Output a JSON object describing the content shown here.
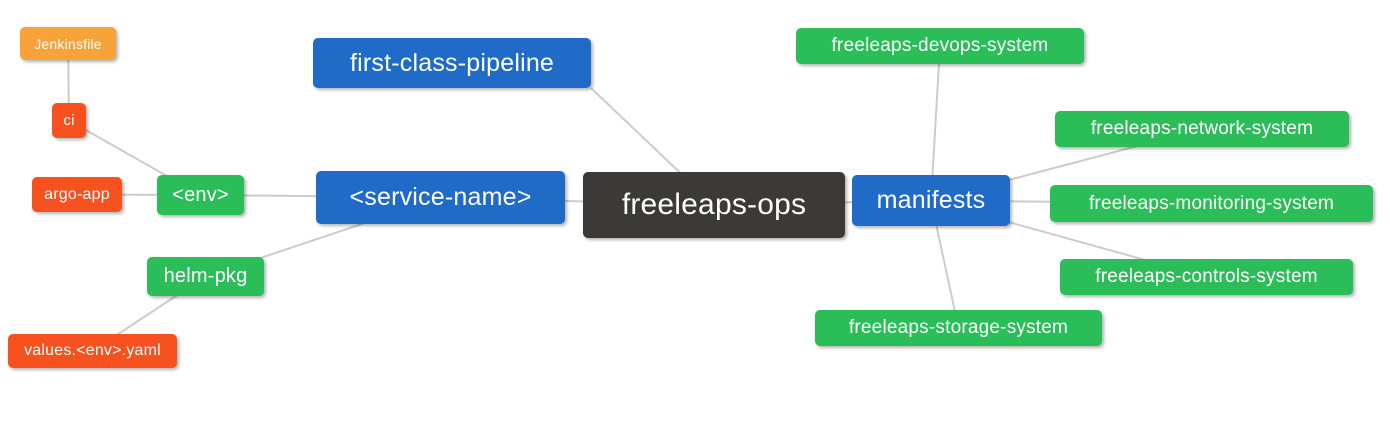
{
  "diagram": {
    "background_color": "#ffffff",
    "edge_color": "#cccccc",
    "text_color": "#ffffff",
    "colors": {
      "blue": "#1f6bc7",
      "green": "#2abd58",
      "orange": "#f8a23a",
      "red": "#f6511f",
      "dark": "#3b3a38"
    },
    "nodes": {
      "jenkinsfile": {
        "label": "Jenkinsfile",
        "color": "orange"
      },
      "ci": {
        "label": "ci",
        "color": "red"
      },
      "argo_app": {
        "label": "argo-app",
        "color": "red"
      },
      "env": {
        "label": "<env>",
        "color": "green"
      },
      "helm_pkg": {
        "label": "helm-pkg",
        "color": "green"
      },
      "values_env_yaml": {
        "label": "values.<env>.yaml",
        "color": "red"
      },
      "first_class_pipeline": {
        "label": "first-class-pipeline",
        "color": "blue"
      },
      "service_name": {
        "label": "<service-name>",
        "color": "blue"
      },
      "freeleaps_ops": {
        "label": "freeleaps-ops",
        "color": "dark"
      },
      "manifests": {
        "label": "manifests",
        "color": "blue"
      },
      "devops_system": {
        "label": "freeleaps-devops-system",
        "color": "green"
      },
      "network_system": {
        "label": "freeleaps-network-system",
        "color": "green"
      },
      "monitoring_system": {
        "label": "freeleaps-monitoring-system",
        "color": "green"
      },
      "controls_system": {
        "label": "freeleaps-controls-system",
        "color": "green"
      },
      "storage_system": {
        "label": "freeleaps-storage-system",
        "color": "green"
      }
    },
    "edges": [
      {
        "from": "jenkinsfile",
        "to": "ci"
      },
      {
        "from": "ci",
        "to": "env"
      },
      {
        "from": "argo_app",
        "to": "env"
      },
      {
        "from": "env",
        "to": "service_name"
      },
      {
        "from": "helm_pkg",
        "to": "service_name"
      },
      {
        "from": "values_env_yaml",
        "to": "helm_pkg"
      },
      {
        "from": "service_name",
        "to": "freeleaps_ops"
      },
      {
        "from": "first_class_pipeline",
        "to": "freeleaps_ops",
        "from_anchor": "br"
      },
      {
        "from": "freeleaps_ops",
        "to": "manifests"
      },
      {
        "from": "manifests",
        "to": "devops_system"
      },
      {
        "from": "manifests",
        "to": "network_system"
      },
      {
        "from": "manifests",
        "to": "monitoring_system"
      },
      {
        "from": "manifests",
        "to": "controls_system"
      },
      {
        "from": "manifests",
        "to": "storage_system"
      }
    ]
  }
}
